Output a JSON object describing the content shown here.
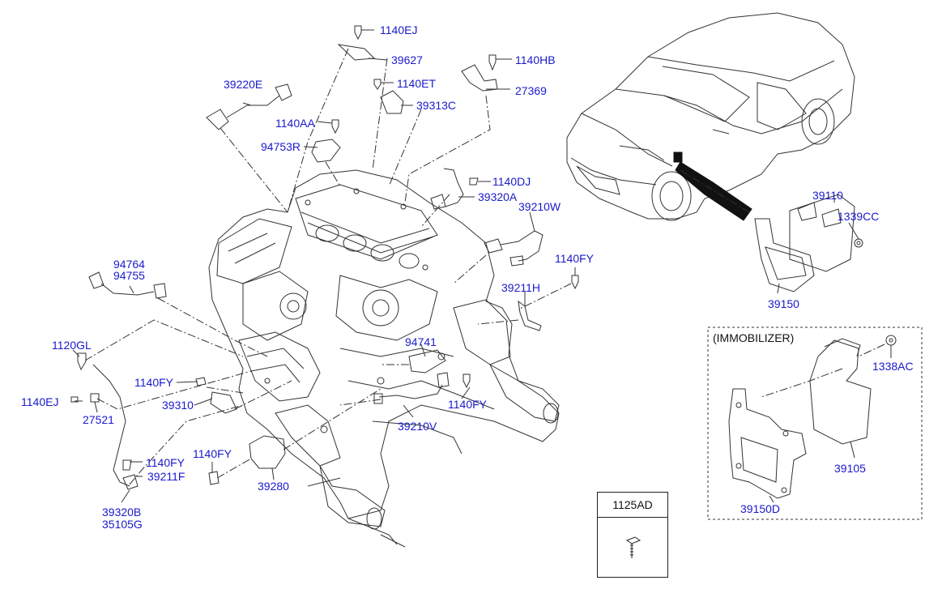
{
  "diagram": {
    "immobilizer_title": "(IMMOBILIZER)",
    "legend": {
      "part": "1125AD"
    },
    "labels": {
      "l1140EJ_top": "1140EJ",
      "l39627": "39627",
      "l1140HB": "1140HB",
      "l27369": "27369",
      "l1140ET": "1140ET",
      "l39313C": "39313C",
      "l39220E": "39220E",
      "l1140AA": "1140AA",
      "l94753R": "94753R",
      "l1140DJ": "1140DJ",
      "l39320A": "39320A",
      "l39210W": "39210W",
      "l94764": "94764",
      "l94755": "94755",
      "l1140FY_a": "1140FY",
      "l39211H": "39211H",
      "l39110": "39110",
      "l1339CC": "1339CC",
      "l39150": "39150",
      "l1120GL": "1120GL",
      "l94741": "94741",
      "l1140FY_b": "1140FY",
      "l39310": "39310",
      "l1140FY_c": "1140FY",
      "l1140EJ_left": "1140EJ",
      "l27521": "27521",
      "l39210V": "39210V",
      "l1140FY_d": "1140FY",
      "l39211F": "39211F",
      "l1140FY_e": "1140FY",
      "l39280": "39280",
      "l39320B": "39320B",
      "l35105G": "35105G",
      "l1338AC": "1338AC",
      "l39105": "39105",
      "l39150D": "39150D"
    }
  }
}
